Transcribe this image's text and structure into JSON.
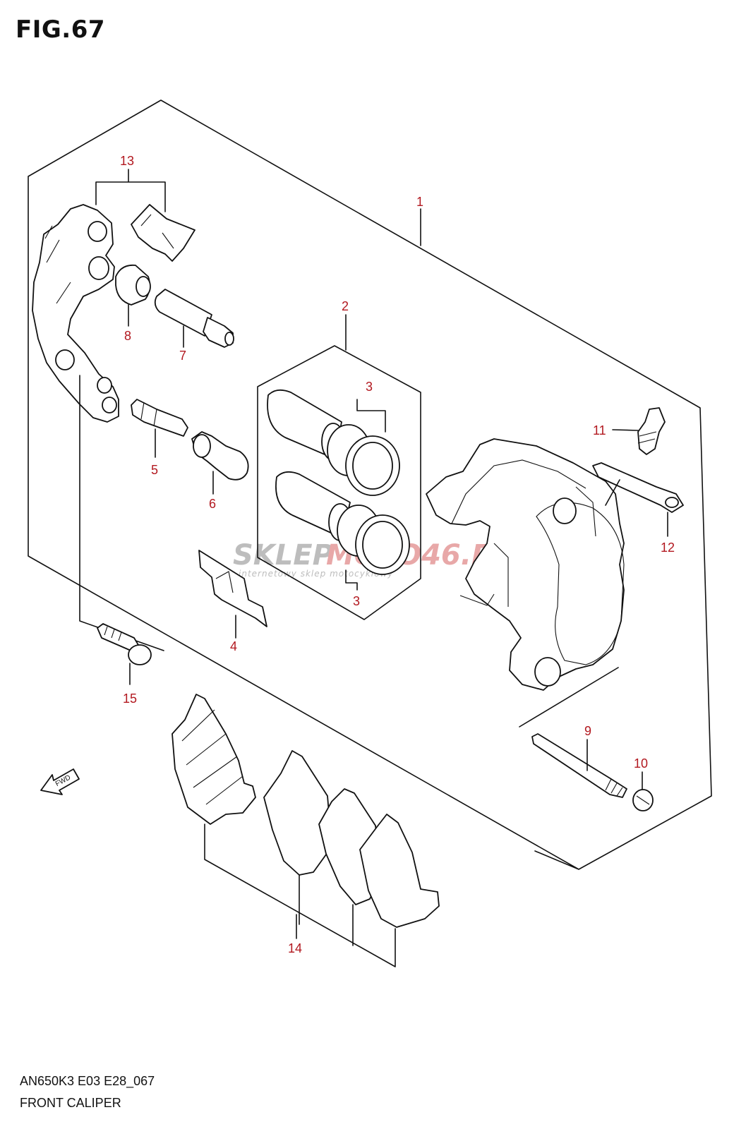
{
  "figure": {
    "title": "FIG.67",
    "model_code": "AN650K3 E03 E28_067",
    "section_name": "FRONT CALIPER",
    "fwd_label": "FWD",
    "watermark": {
      "brand_left": "SKLEP",
      "brand_right": "MOTO46.PL",
      "tagline": "internetowy sklep motocyklowy"
    }
  },
  "callouts": [
    {
      "id": "1",
      "label": "1"
    },
    {
      "id": "2",
      "label": "2"
    },
    {
      "id": "3a",
      "label": "3"
    },
    {
      "id": "3b",
      "label": "3"
    },
    {
      "id": "4",
      "label": "4"
    },
    {
      "id": "5",
      "label": "5"
    },
    {
      "id": "6",
      "label": "6"
    },
    {
      "id": "7",
      "label": "7"
    },
    {
      "id": "8",
      "label": "8"
    },
    {
      "id": "9",
      "label": "9"
    },
    {
      "id": "10",
      "label": "10"
    },
    {
      "id": "11",
      "label": "11"
    },
    {
      "id": "12",
      "label": "12"
    },
    {
      "id": "13",
      "label": "13"
    },
    {
      "id": "14",
      "label": "14"
    },
    {
      "id": "15",
      "label": "15"
    }
  ],
  "colors": {
    "callout": "#b2181f",
    "line": "#111111",
    "background": "#ffffff"
  }
}
